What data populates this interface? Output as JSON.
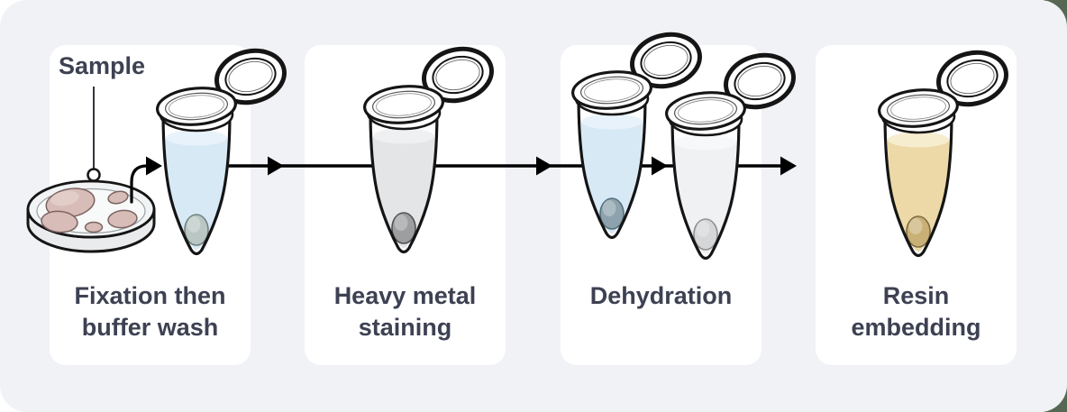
{
  "colors": {
    "page_bg": "#ffffff",
    "page_edge": "#566853",
    "canvas_bg": "#f1f2f6",
    "panel_bg": "#ffffff",
    "ink": "#151515",
    "arrow": "#000000",
    "text": "#3d4152"
  },
  "sample": {
    "label": "Sample"
  },
  "steps": [
    {
      "id": "fixation",
      "line1": "Fixation then",
      "line2": "buffer wash"
    },
    {
      "id": "staining",
      "line1": "Heavy metal",
      "line2": "staining"
    },
    {
      "id": "dehydration",
      "line1": "Dehydration",
      "line2": ""
    },
    {
      "id": "resin",
      "line1": "Resin",
      "line2": "embedding"
    }
  ],
  "tubes": [
    {
      "name": "fixation-tube",
      "liquid": "#d8e9f6",
      "liquid_top": "#e7f2fa",
      "pellet": "#b9c6c3",
      "pellet_stroke": "#6e817e"
    },
    {
      "name": "staining-tube",
      "liquid": "#e4e5e7",
      "liquid_top": "#eef0f1",
      "pellet": "#9c9ea0",
      "pellet_stroke": "#4f5254"
    },
    {
      "name": "dehydration-tube-back",
      "liquid": "#d8e9f6",
      "liquid_top": "#e7f2fa",
      "pellet": "#8da2ac",
      "pellet_stroke": "#54707e"
    },
    {
      "name": "dehydration-tube-front",
      "liquid": "#f0f1f3",
      "liquid_top": "#f7f8f9",
      "pellet": "#d5d6d7",
      "pellet_stroke": "#8e9092"
    },
    {
      "name": "resin-tube",
      "liquid": "#ecd9a7",
      "liquid_top": "#f6edcf",
      "pellet": "#c9b076",
      "pellet_stroke": "#7c6c3f"
    }
  ],
  "petri_dish": {
    "body": "#e9ebec",
    "rim_top": "#f1f3f4",
    "floor": "#f8f9f9",
    "blob_fill": "#d8bcb7",
    "blob_highlight": "#e7d4d0",
    "blob_stroke": "#7b6462"
  }
}
